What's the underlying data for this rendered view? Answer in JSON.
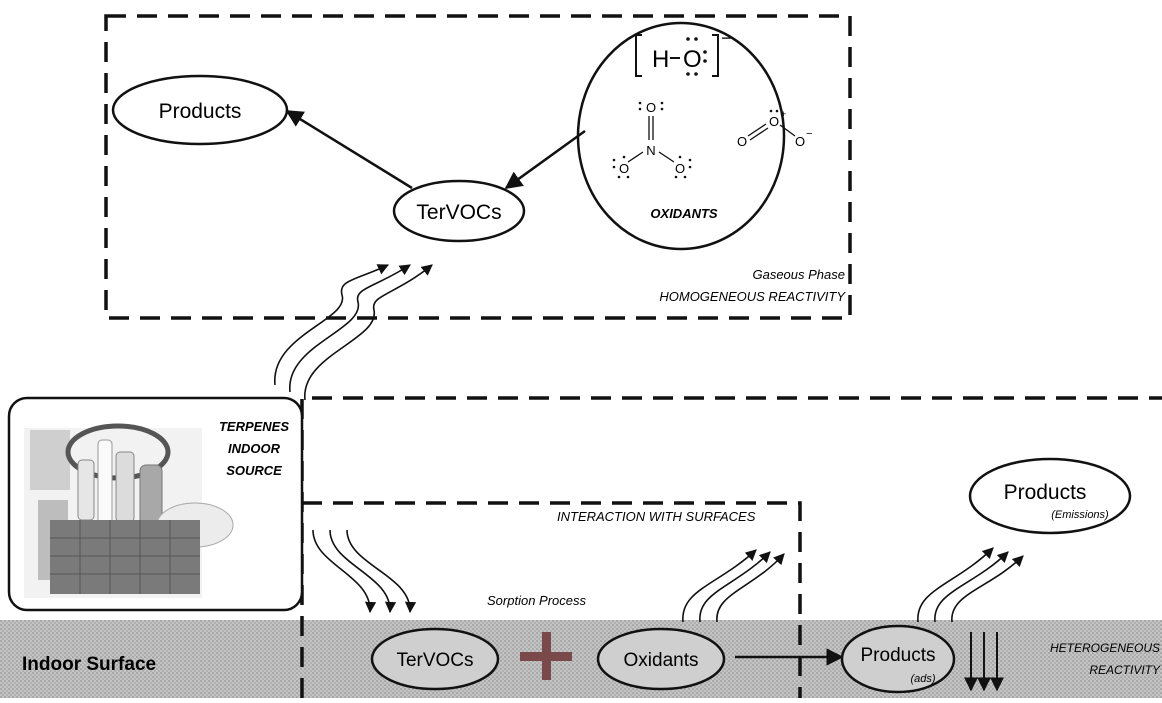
{
  "gas_phase": {
    "products_label": "Products",
    "tervocs_label": "TerVOCs",
    "oxidants_label": "OXIDANTS",
    "phase_label": "Gaseous Phase",
    "reactivity_label": "HOMOGENEOUS REACTIVITY"
  },
  "molecules": {
    "hydroxide": {
      "h": "H",
      "o": "O",
      "charge": "−"
    },
    "nitrate": {
      "n": "N",
      "o": "O"
    },
    "ozone": {
      "o": "O",
      "plus": "+",
      "minus": "−"
    }
  },
  "source": {
    "line1": "TERPENES",
    "line2": "INDOOR",
    "line3": "SOURCE"
  },
  "surfaces": {
    "interaction_label": "INTERACTION WITH SURFACES",
    "sorption_label": "Sorption Process",
    "surface_label": "Indoor Surface",
    "tervocs_label": "TerVOCs",
    "oxidants_label": "Oxidants",
    "products_ads_label": "Products",
    "ads_label": "(ads)",
    "products_emis_label": "Products",
    "emissions_label": "(Emissions)",
    "hetero_line1": "HETEROGENEOUS",
    "hetero_line2": "REACTIVITY"
  },
  "colors": {
    "surface": "#b8b8b8",
    "plus_sign": "#7a4a4a",
    "stroke": "#111111"
  }
}
